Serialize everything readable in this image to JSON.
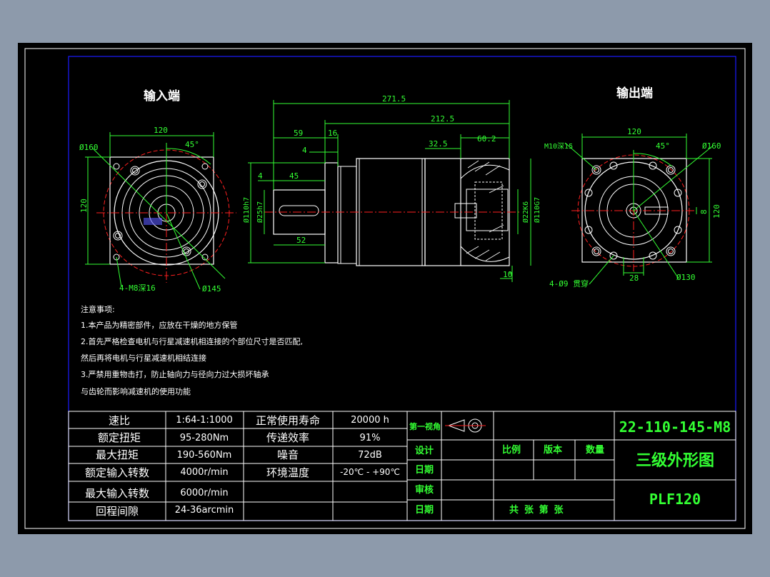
{
  "views": {
    "input_title": "输入端",
    "output_title": "输出端"
  },
  "input_dims": {
    "width": "120",
    "dia_circle": "Ø160",
    "angle": "45°",
    "height": "120",
    "holes": "4-M8深16",
    "pcd": "Ø145"
  },
  "side_dims": {
    "total": "271.5",
    "body": "212.5",
    "d59": "59",
    "d16": "16",
    "d4a": "4",
    "d4b": "4",
    "d45": "45",
    "d52": "52",
    "d32": "32.5",
    "d60": "60.2",
    "d10": "10",
    "dia110": "Ø110h7",
    "dia25": "Ø25h7",
    "dia22": "Ø22K6",
    "dia110b": "Ø110G7"
  },
  "output_dims": {
    "width": "120",
    "thread": "M10深15",
    "angle": "45°",
    "dia160": "Ø160",
    "height": "120",
    "d8": "8",
    "d28": "28",
    "holes": "4-Ø9 贯穿",
    "dia130": "Ø130"
  },
  "notes": [
    "注意事项:",
    "1.本产品为精密部件，应放在干燥的地方保管",
    "2.首先严格检查电机与行星减速机相连接的个部位尺寸是否匹配,",
    "然后再将电机与行星减速机相结连接",
    "3.严禁用重物击打，防止轴向力与径向力过大损坏轴承",
    "与齿轮而影响减速机的使用功能"
  ],
  "specs": [
    {
      "label": "速比",
      "value": "1:64-1:1000",
      "label2": "正常使用寿命",
      "value2": "20000 h"
    },
    {
      "label": "额定扭矩",
      "value": "95-280Nm",
      "label2": "传递效率",
      "value2": "91%"
    },
    {
      "label": "最大扭矩",
      "value": "190-560Nm",
      "label2": "噪音",
      "value2": "72dB"
    },
    {
      "label": "额定输入转数",
      "value": "4000r/min",
      "label2": "环境温度",
      "value2": "-20℃ - +90℃"
    },
    {
      "label": "最大输入转数",
      "value": "6000r/min",
      "label2": "",
      "value2": ""
    },
    {
      "label": "回程间隙",
      "value": "24-36arcmin",
      "label2": "",
      "value2": ""
    }
  ],
  "title_block": {
    "projection": "第一视角",
    "design": "设计",
    "date1": "日期",
    "review": "审核",
    "date2": "日期",
    "scale": "比例",
    "version": "版本",
    "quantity": "数量",
    "sheets": "共    张    第    张",
    "drawing_no": "22-110-145-M8",
    "drawing_name": "三级外形图",
    "model": "PLF120"
  },
  "colors": {
    "background": "#000000",
    "frame_white": "#ffffff",
    "frame_blue": "#1a1aff",
    "dimension_green": "#33ff33",
    "center_red": "#ff2020",
    "desktop": "#8d9aab"
  }
}
